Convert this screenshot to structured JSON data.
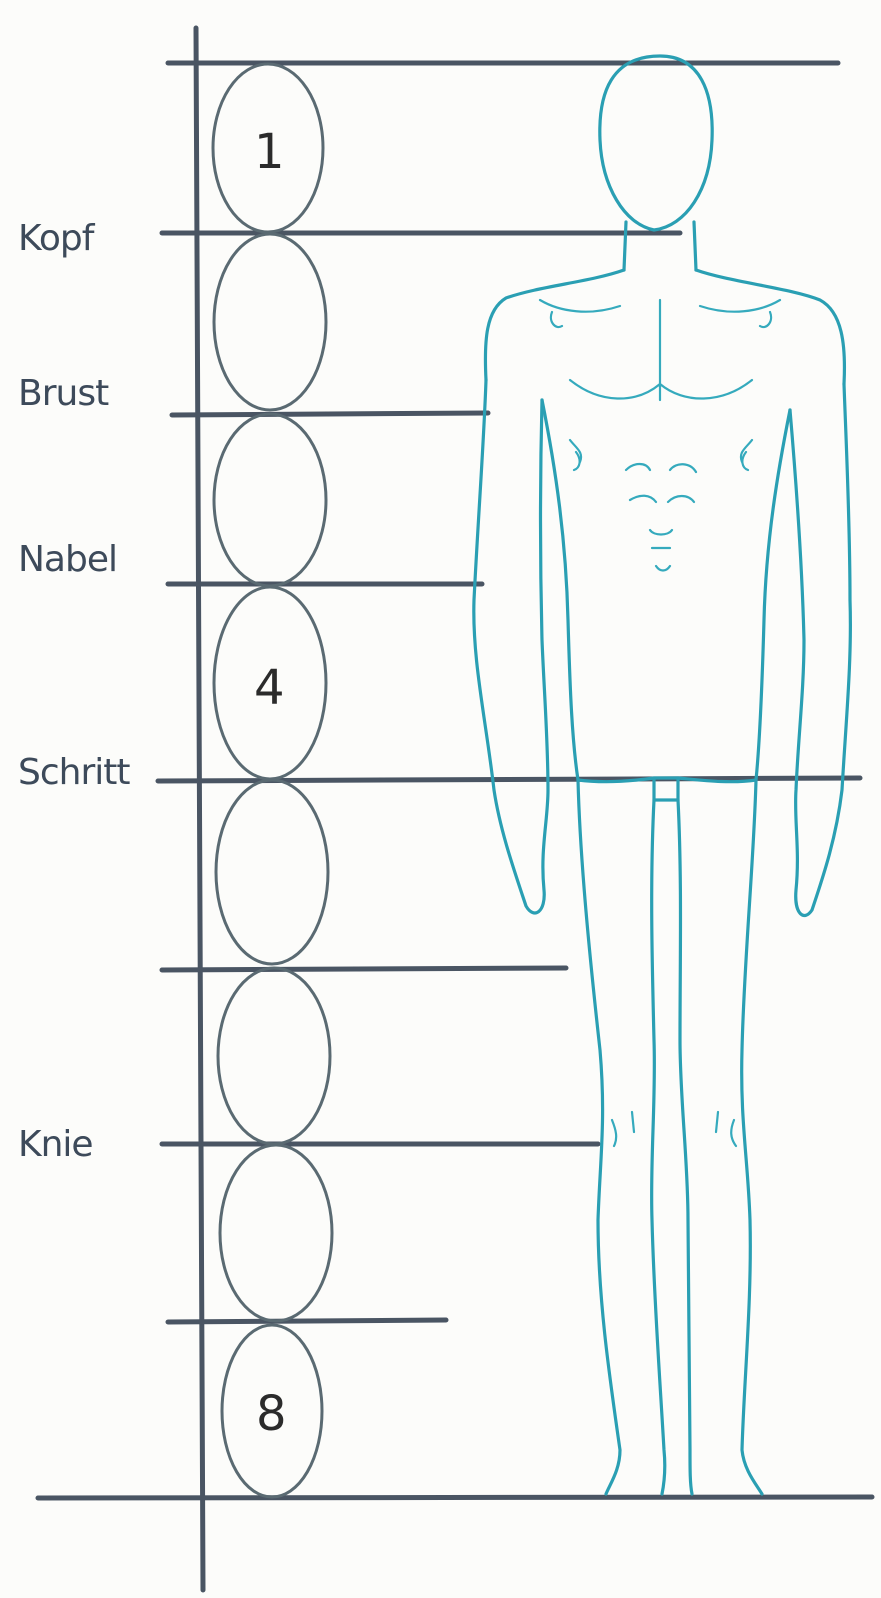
{
  "labels": {
    "head": "Kopf",
    "chest": "Brust",
    "navel": "Nabel",
    "crotch": "Schritt",
    "knee": "Knie"
  },
  "unit_numbers": {
    "first": "1",
    "fourth": "4",
    "eighth": "8"
  },
  "colors": {
    "figure_outline": "#2a9fb3",
    "rule_lines": "#4a5563",
    "head_units": "#5a6a72",
    "background": "#fcfcfa"
  }
}
